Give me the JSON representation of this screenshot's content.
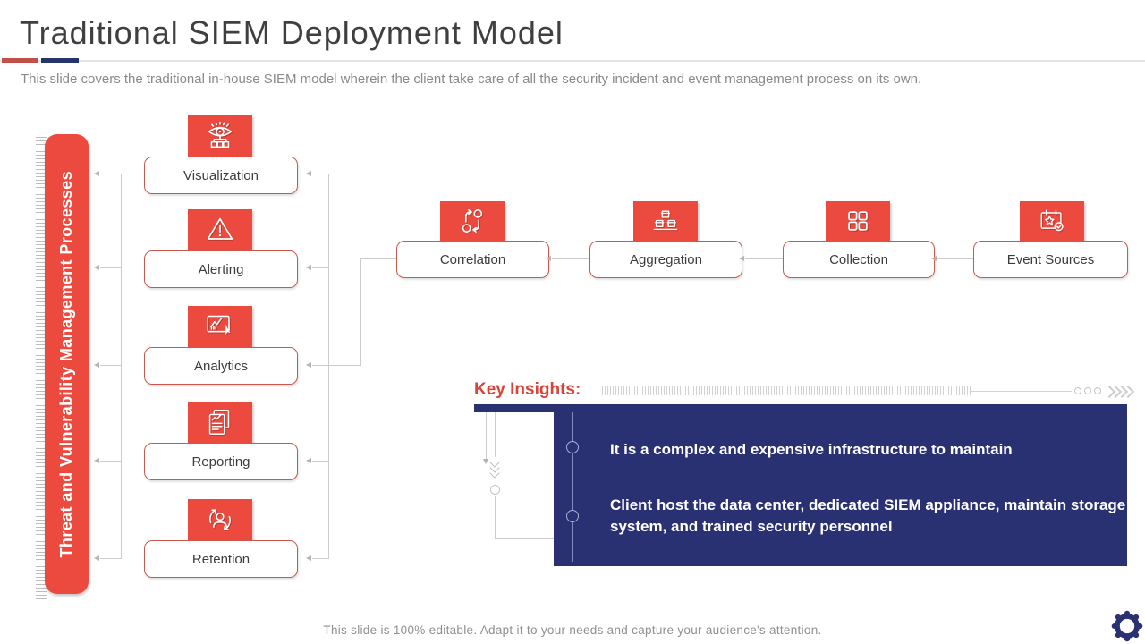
{
  "slide": {
    "title": "Traditional SIEM Deployment Model",
    "subtitle": "This slide covers the traditional in-house SIEM model wherein the client take care of all the security incident and event management process on its own.",
    "footer_note": "This slide is 100% editable. Adapt it to your needs and capture your audience's attention."
  },
  "left_rail": {
    "label": "Threat and Vulnerability Management Processes"
  },
  "process_column": {
    "items": [
      {
        "label": "Visualization",
        "icon": "eye-network-icon"
      },
      {
        "label": "Alerting",
        "icon": "warning-triangle-icon"
      },
      {
        "label": "Analytics",
        "icon": "chart-pointer-icon"
      },
      {
        "label": "Reporting",
        "icon": "report-pages-icon"
      },
      {
        "label": "Retention",
        "icon": "user-cycle-icon"
      }
    ]
  },
  "pipeline_row": {
    "items": [
      {
        "label": "Correlation",
        "icon": "sync-cycle-icon"
      },
      {
        "label": "Aggregation",
        "icon": "stacked-boxes-icon"
      },
      {
        "label": "Collection",
        "icon": "grid-tiles-icon"
      },
      {
        "label": "Event Sources",
        "icon": "event-calendar-icon"
      }
    ]
  },
  "key_insights": {
    "heading": "Key Insights:",
    "bullets": [
      "It is a complex and expensive infrastructure to maintain",
      "Client host the data center, dedicated SIEM appliance, maintain storage system, and trained security personnel"
    ]
  },
  "decor_icons": {
    "bottom_right": "gear-icon",
    "insights_trail": "chevrons-right-icon"
  },
  "colors": {
    "accent_red": "#EC4A3F",
    "box_border_red": "#CE574B",
    "navy": "#2A3172",
    "divider_red": "#C05046",
    "divider_navy": "#263568",
    "title_text": "#3F3F3F",
    "muted_text": "#8A8A8A",
    "connector_gray": "#CCCCCC"
  }
}
